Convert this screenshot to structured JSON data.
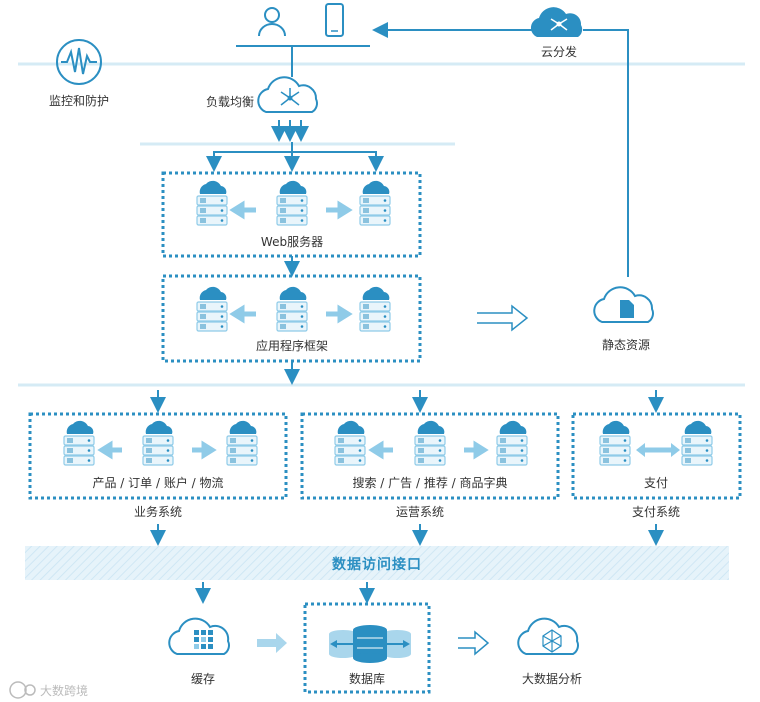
{
  "client": {
    "user_icon": "user-icon",
    "phone_icon": "phone-icon"
  },
  "labels": {
    "cdn": "云分发",
    "monitor": "监控和防护",
    "lb": "负载均衡",
    "web": "Web服务器",
    "app": "应用程序框架",
    "static": "静态资源",
    "biz_inner": "产品 / 订单 / 账户 / 物流",
    "biz": "业务系统",
    "ops_inner": "搜索 / 广告 / 推荐 / 商品字典",
    "ops": "运营系统",
    "pay_inner": "支付",
    "pay": "支付系统",
    "data_api": "数据访问接口",
    "cache": "缓存",
    "db": "数据库",
    "bigdata": "大数据分析",
    "watermark": "大数跨境"
  },
  "colors": {
    "accent": "#2b8fc2",
    "light": "#8fcbe8",
    "band": "#dff0f8",
    "arrow_soft": "#a9d6ec"
  }
}
